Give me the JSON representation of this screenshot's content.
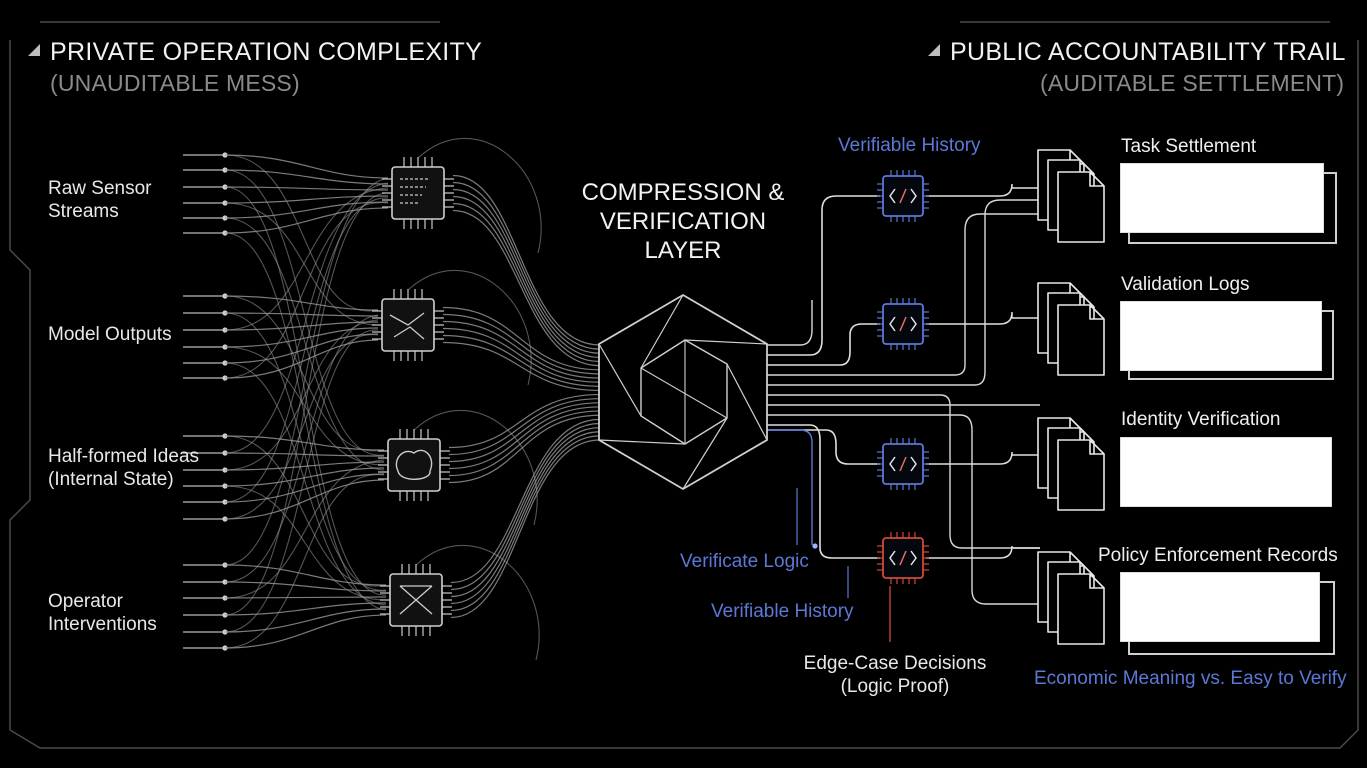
{
  "header": {
    "left_title": "PRIVATE OPERATION COMPLEXITY",
    "left_subtitle": "(UNAUDITABLE MESS)",
    "right_title": "PUBLIC ACCOUNTABILITY TRAIL",
    "right_subtitle": "(AUDITABLE SETTLEMENT)"
  },
  "inputs": [
    {
      "line1": "Raw Sensor",
      "line2": "Streams"
    },
    {
      "line1": "Model Outputs",
      "line2": ""
    },
    {
      "line1": "Half-formed Ideas",
      "line2": "(Internal State)"
    },
    {
      "line1": "Operator",
      "line2": "Interventions"
    }
  ],
  "center": {
    "line1": "COMPRESSION &",
    "line2": "VERIFICATION",
    "line3": "LAYER"
  },
  "annotations": {
    "verifiable_history_top": "Verifiable History",
    "verificate_logic": "Verificate Logic",
    "verifiable_history_bottom": "Verifiable History",
    "edge_case_line1": "Edge-Case Decisions",
    "edge_case_line2": "(Logic Proof)"
  },
  "outputs": [
    {
      "label": "Task Settlement"
    },
    {
      "label": "Validation Logs"
    },
    {
      "label": "Identity Verification"
    },
    {
      "label": "Policy Enforcement Records"
    }
  ],
  "footer": {
    "note": "Economic Meaning vs. Easy to Verify"
  },
  "colors": {
    "background": "#000000",
    "wire": "#9a9a9a",
    "accent_blue": "#5b78d6",
    "accent_red": "#d24a3a",
    "card": "#ffffff"
  },
  "icons": [
    "chip-icon",
    "circuit-icon",
    "brain-icon",
    "network-icon",
    "code-chip-icon",
    "document-stack-icon",
    "cube-icon"
  ]
}
